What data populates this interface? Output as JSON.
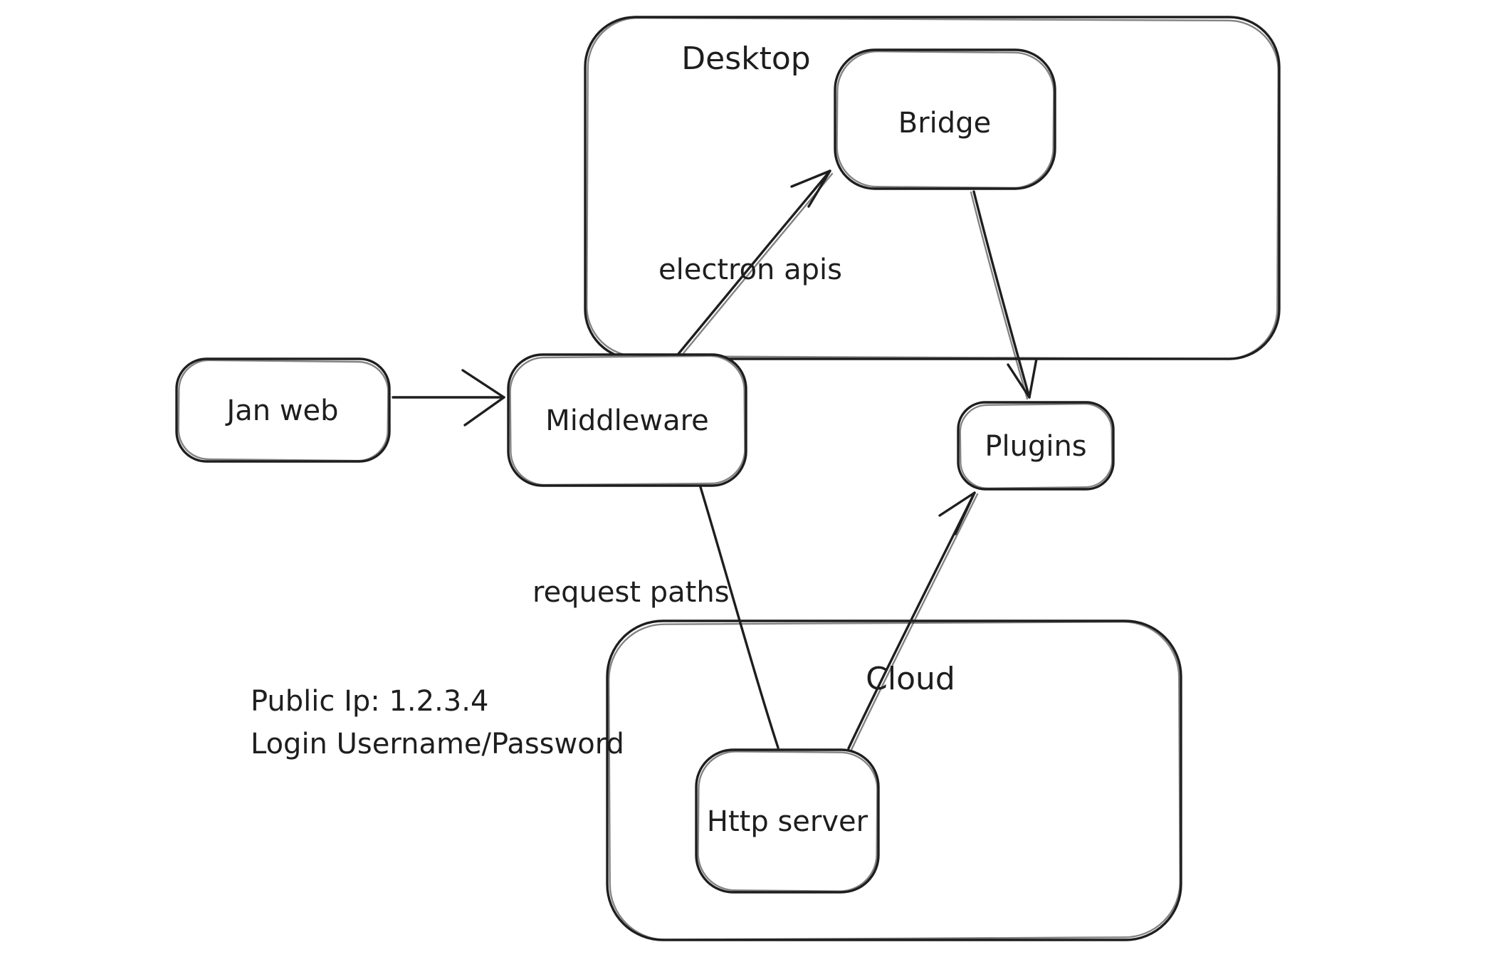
{
  "canvas": {
    "background": "#ffffff",
    "ink": "#1e1e1e"
  },
  "diagram": {
    "containers": {
      "desktop": {
        "label": "Desktop"
      },
      "cloud": {
        "label": "Cloud"
      }
    },
    "nodes": {
      "jan_web": {
        "label": "Jan web"
      },
      "middleware": {
        "label": "Middleware"
      },
      "bridge": {
        "label": "Bridge"
      },
      "plugins": {
        "label": "Plugins"
      },
      "http_server": {
        "label": "Http server"
      }
    },
    "edges": {
      "jan_web_to_middleware": {
        "from": "jan_web",
        "to": "middleware",
        "label": ""
      },
      "middleware_to_bridge": {
        "from": "middleware",
        "to": "bridge",
        "label": "electron apis"
      },
      "bridge_to_plugins": {
        "from": "bridge",
        "to": "plugins",
        "label": ""
      },
      "middleware_to_http_server": {
        "from": "middleware",
        "to": "http_server",
        "label": "request paths"
      },
      "http_server_to_plugins": {
        "from": "http_server",
        "to": "plugins",
        "label": ""
      }
    },
    "annotations": {
      "line1": "Public Ip: 1.2.3.4",
      "line2": "Login Username/Password"
    }
  }
}
